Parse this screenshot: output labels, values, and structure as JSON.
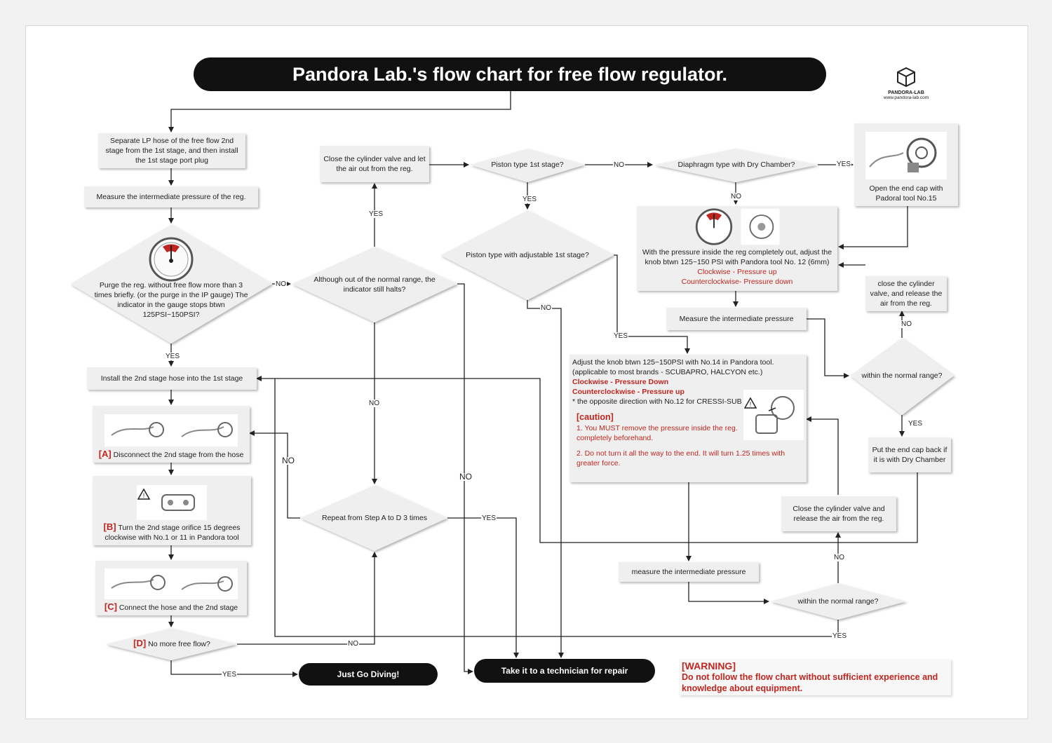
{
  "header": {
    "title": "Pandora Lab.'s flow chart for free flow regulator."
  },
  "logo": {
    "name": "PANDORA-LAB",
    "url": "www.pandora-lab.com"
  },
  "nodes": {
    "separate": "Separate LP hose of the free flow 2nd stage from the 1st stage, and then install the 1st stage port plug",
    "measure_ip": "Measure the intermediate pressure of the reg.",
    "purge": "Purge the reg. without free flow more than 3 times briefly. (or the purge in the IP gauge) The indicator in the gauge stops btwn 125PSI~150PSI?",
    "although": "Although out of the normal range, the indicator still halts?",
    "close_cyl_1": "Close the cylinder valve and let the air out from the reg.",
    "piston": "Piston type 1st stage?",
    "piston_adj": "Piston type with adjustable 1st stage?",
    "diaphragm": "Diaphragm type with Dry Chamber?",
    "open_cap": "Open the end cap with Padoral tool No.15",
    "adjust_diaphragm": {
      "line1": "With the pressure inside the reg completely out, adjust the knob  btwn 125~150 PSI with Pandora tool No. 12 (6mm)",
      "cw": "Clockwise - Pressure up",
      "ccw": "Counterclockwise- Pressure down"
    },
    "measure_ip_2": "Measure the intermediate pressure",
    "close_cyl_2": "close the cylinder valve, and release the air from the reg.",
    "within_1": "within the normal range?",
    "put_cap": "Put the end cap back if it is with Dry Chamber",
    "adjust_knob": {
      "line1": "Adjust the knob btwn 125~150PSI with No.14 in Pandora tool.",
      "line2": "(applicable to most brands - SCUBAPRO, HALCYON etc.)",
      "cw": "Clockwise - Pressure Down",
      "ccw": "Counterclockwise - Pressure up",
      "note": "* the opposite direction with No.12 for CRESSI-SUB",
      "caution_title": "[caution]",
      "caution_1": "1. You MUST remove the pressure inside the reg. completely beforehand.",
      "caution_2": "2. Do not turn it all the way to the end. It will turn 1.25 times with greater force."
    },
    "install_2nd": "Install the 2nd stage hose into the 1st stage",
    "step_a": {
      "tag": "[A]",
      "text": "Disconnect the 2nd stage from the hose"
    },
    "step_b": {
      "tag": "[B]",
      "text": "Turn the 2nd stage orifice 15 degrees clockwise with No.1 or 11 in Pandora tool"
    },
    "step_c": {
      "tag": "[C]",
      "text": "Connect the hose and the 2nd stage"
    },
    "step_d": {
      "tag": "[D]",
      "text": "No more free flow?"
    },
    "repeat": "Repeat from Step A to D 3 times",
    "close_cyl_3": "Close the cylinder valve and release the air from the reg.",
    "measure_ip_3": "measure the intermediate pressure",
    "within_2": "within the normal range?",
    "just_go": "Just Go Diving!",
    "technician": "Take it to a technician for repair"
  },
  "labels": {
    "yes": "YES",
    "no": "NO"
  },
  "warning": {
    "title": "[WARNING]",
    "text": "Do not follow the flow chart without sufficient experience and knowledge about equipment."
  },
  "colors": {
    "red": "#c0261f",
    "box": "#efefef",
    "pill": "#111111"
  }
}
